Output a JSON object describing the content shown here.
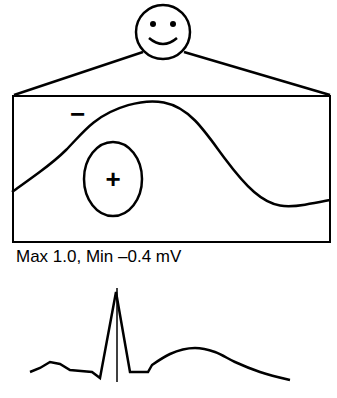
{
  "diagram": {
    "nodes": [
      {
        "text": [
          "−"
        ]
      },
      {
        "text": [
          "+"
        ],
        "in": 0
      }
    ],
    "labels": [
      "Max 1.0, Min –0.4 mV"
    ]
  }
}
